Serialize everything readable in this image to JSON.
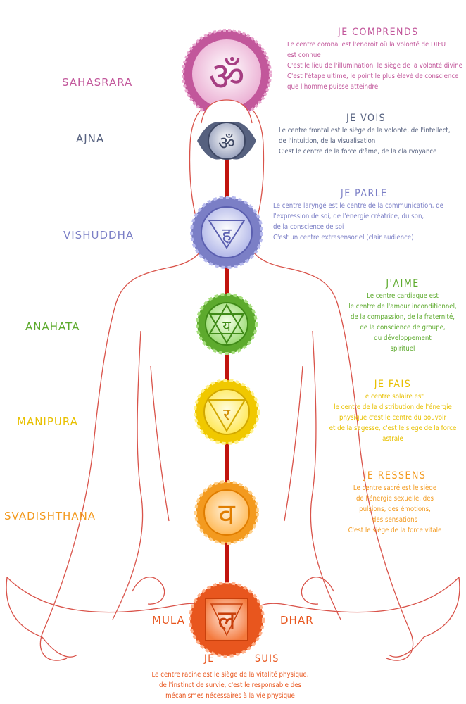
{
  "colors": {
    "body_outline": "#d9534a",
    "spine": "#c0140e",
    "sahasrara": "#c2579b",
    "ajna": "#56617f",
    "vishuddha": "#7b7fc6",
    "anahata": "#5daa2d",
    "manipura": "#f0c800",
    "svadishthana": "#f39a1f",
    "muladhara": "#e8561e"
  },
  "chakras": [
    {
      "name": "SAHASRARA",
      "heading": "JE COMPRENDS",
      "color": "#c2579b",
      "icon": "om-symbol-icon",
      "lines": [
        "Le centre coronal est l'endroit où la volonté de DIEU",
        "est connue",
        "C'est le lieu de l'illumination, le siège de la volonté divine",
        "C'est l'étape ultime, le point le plus élevé de conscience",
        "que l'homme puisse atteindre"
      ]
    },
    {
      "name": "AJNA",
      "heading": "JE VOIS",
      "color": "#56617f",
      "icon": "ajna-glyph-icon",
      "lines": [
        "Le centre frontal est le siège de la volonté, de l'intellect,",
        "de l'intuition, de la visualisation",
        "C'est le centre de la force d'âme, de la clairvoyance"
      ]
    },
    {
      "name": "VISHUDDHA",
      "heading": "JE PARLE",
      "color": "#7b7fc6",
      "icon": "vishuddha-glyph-icon",
      "lines": [
        "Le centre laryngé est le centre de la communication, de",
        "l'expression de soi, de l'énergie créatrice, du son,",
        "de la conscience de soi",
        "C'est un centre extrasensoriel (clair audience)"
      ]
    },
    {
      "name": "ANAHATA",
      "heading": "J'AIME",
      "color": "#5daa2d",
      "icon": "anahata-glyph-icon",
      "lines": [
        "Le centre cardiaque est",
        "le centre de l'amour inconditionnel,",
        "de la compassion, de la fraternité,",
        "de la conscience de groupe,",
        "du développement",
        "spirituel"
      ]
    },
    {
      "name": "MANIPURA",
      "heading": "JE FAIS",
      "color": "#f0c800",
      "icon": "manipura-glyph-icon",
      "lines": [
        "Le centre solaire est",
        "le centre de la distribution de l'énergie",
        "physique c'est le centre du pouvoir",
        "et de la sagesse, c'est le siège de la force",
        "astrale"
      ]
    },
    {
      "name": "SVADISHTHANA",
      "heading": "JE RESSENS",
      "color": "#f39a1f",
      "icon": "svadishthana-glyph-icon",
      "lines": [
        "Le centre sacré est le siège",
        "de l'énergie sexuelle, des",
        "pulsions, des émotions,",
        "des sensations",
        "C'est le siège de la force vitale"
      ]
    },
    {
      "name_left": "MULA",
      "name_right": "DHAR",
      "heading_left": "JE",
      "heading_right": "SUIS",
      "color": "#e8561e",
      "icon": "muladhara-glyph-icon",
      "lines": [
        "Le centre racine est le siège de la vitalité physique,",
        "de l'instinct de survie, c'est le responsable des",
        "mécanismes nécessaires à la vie physique"
      ]
    }
  ]
}
